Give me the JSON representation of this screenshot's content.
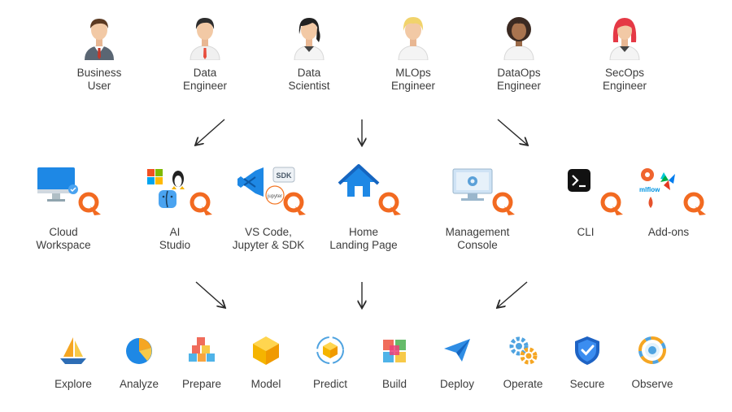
{
  "personas": [
    {
      "line1": "Business",
      "line2": "User"
    },
    {
      "line1": "Data",
      "line2": "Engineer"
    },
    {
      "line1": "Data",
      "line2": "Scientist"
    },
    {
      "line1": "MLOps",
      "line2": "Engineer"
    },
    {
      "line1": "DataOps",
      "line2": "Engineer"
    },
    {
      "line1": "SecOps",
      "line2": "Engineer"
    }
  ],
  "tools": [
    {
      "line1": "Cloud",
      "line2": "Workspace",
      "icon": "monitor-icon"
    },
    {
      "line1": "AI",
      "line2": "Studio",
      "icon": "os-logos-icon"
    },
    {
      "line1": "VS Code,",
      "line2": "Jupyter & SDK",
      "icon": "vscode-jupyter-icon"
    },
    {
      "line1": "Home",
      "line2": "Landing Page",
      "icon": "home-icon"
    },
    {
      "line1": "Management",
      "line2": "Console",
      "icon": "console-icon"
    },
    {
      "line1": "CLI",
      "line2": "",
      "icon": "terminal-icon"
    },
    {
      "line1": "Add-ons",
      "line2": "",
      "icon": "addons-icon"
    }
  ],
  "tool_badges": {
    "sdk": "SDK",
    "jupyter": "jupyter",
    "mlflow": "mlflow"
  },
  "capabilities": [
    "Explore",
    "Analyze",
    "Prepare",
    "Model",
    "Predict",
    "Build",
    "Deploy",
    "Operate",
    "Secure",
    "Observe"
  ],
  "colors": {
    "brand_orange": "#f26a21",
    "text": "#3c3c3c",
    "arrow": "#2a2a2a"
  }
}
